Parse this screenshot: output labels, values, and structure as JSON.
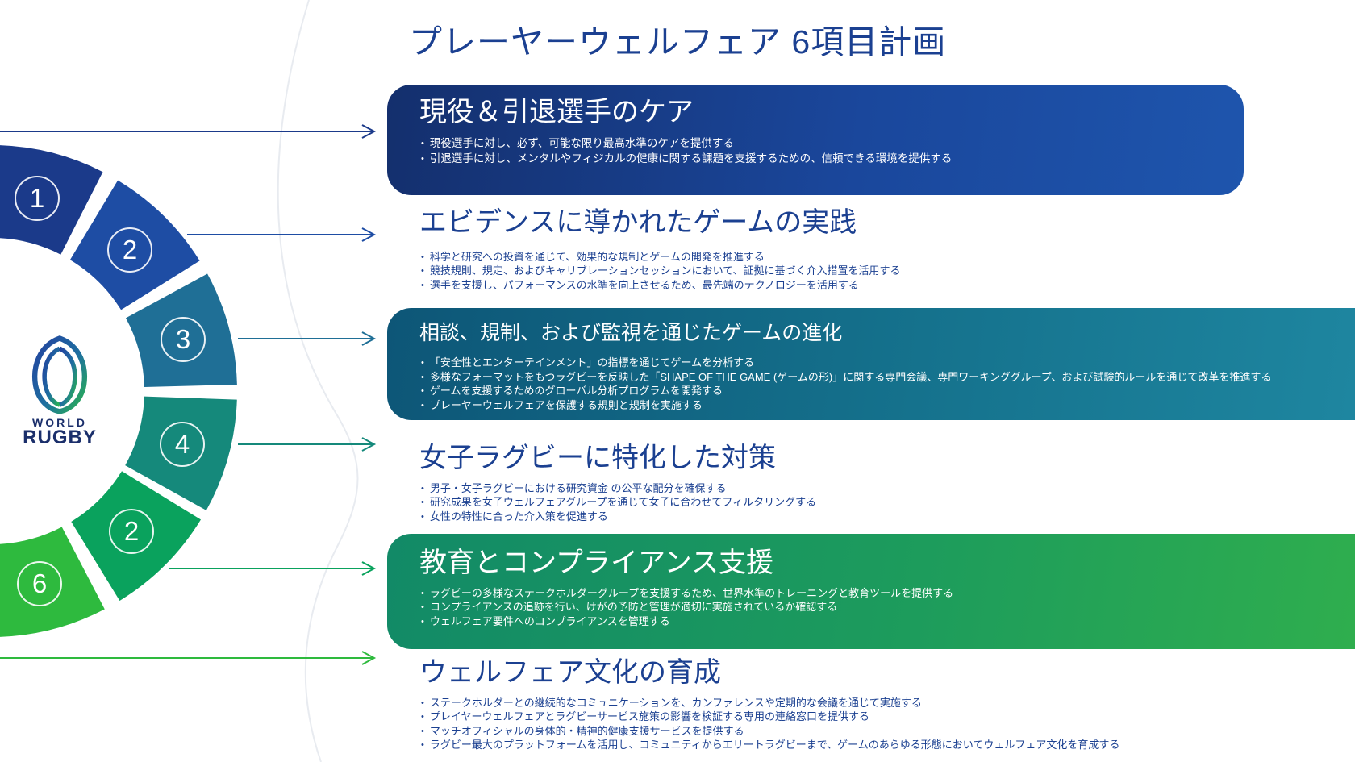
{
  "title": "プレーヤーウェルフェア 6項目計画",
  "logo": {
    "top": "WORLD",
    "bottom": "RUGBY"
  },
  "wheel": {
    "numbers": [
      "1",
      "2",
      "3",
      "4",
      "2",
      "6"
    ]
  },
  "sections": [
    {
      "heading": "現役＆引退選手のケア",
      "bullets": [
        "現役選手に対し、必ず、可能な限り最高水準のケアを提供する",
        "引退選手に対し、メンタルやフィジカルの健康に関する課題を支援するための、信頼できる環境を提供する"
      ]
    },
    {
      "heading": "エビデンスに導かれたゲームの実践",
      "bullets": [
        "科学と研究への投資を通じて、効果的な規制とゲームの開発を推進する",
        "競技規則、規定、およびキャリブレーションセッションにおいて、証拠に基づく介入措置を活用する",
        "選手を支援し、パフォーマンスの水準を向上させるため、最先端のテクノロジーを活用する"
      ]
    },
    {
      "heading": "相談、規制、および監視を通じたゲームの進化",
      "bullets": [
        "「安全性とエンターテインメント」の指標を通じてゲームを分析する",
        "多様なフォーマットをもつラグビーを反映した「SHAPE OF THE GAME (ゲームの形)」に関する専門会議、専門ワーキンググループ、および試験的ルールを通じて改革を推進する",
        "ゲームを支援するためのグローバル分析プログラムを開発する",
        "プレーヤーウェルフェアを保護する規則と規制を実施する"
      ]
    },
    {
      "heading": "女子ラグビーに特化した対策",
      "bullets": [
        "男子・女子ラグビーにおける研究資金 の公平な配分を確保する",
        "研究成果を女子ウェルフェアグループを通じて女子に合わせてフィルタリングする",
        "女性の特性に合った介入策を促進する"
      ]
    },
    {
      "heading": "教育とコンプライアンス支援",
      "bullets": [
        "ラグビーの多様なステークホルダーグループを支援するため、世界水準のトレーニングと教育ツールを提供する",
        "コンプライアンスの追跡を行い、けがの予防と管理が適切に実施されているか確認する",
        "ウェルフェア要件へのコンプライアンスを管理する"
      ]
    },
    {
      "heading": "ウェルフェア文化の育成",
      "bullets": [
        "ステークホルダーとの継続的なコミュニケーションを、カンファレンスや定期的な会議を通じて実施する",
        "プレイヤーウェルフェアとラグビーサービス施策の影響を検証する専用の連絡窓口を提供する",
        "マッチオフィシャルの身体的・精神的健康支援サービスを提供する",
        "ラグビー最大のプラットフォームを活用し、コミュニティからエリートラグビーまで、ゲームのあらゆる形態においてウェルフェア文化を育成する"
      ]
    }
  ],
  "colors": {
    "title_text": "#1b4091",
    "band1_gradient": [
      "#142f6d",
      "#1e55ad"
    ],
    "band3_gradient": [
      "#0d5677",
      "#1e86a0"
    ],
    "band5_gradient": [
      "#128a67",
      "#2fae4e"
    ],
    "segment_colors": [
      "#1b3a8a",
      "#1e4da4",
      "#1f6f96",
      "#15897b",
      "#0aa25d",
      "#2eba3e"
    ]
  }
}
